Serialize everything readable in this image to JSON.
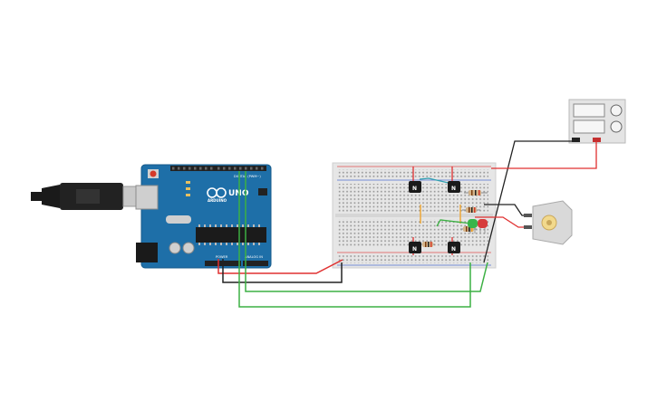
{
  "arduino": {
    "brand": "ARDUINO",
    "model": "UNO",
    "digital_label": "DIGITAL (PWM~)",
    "power_label": "POWER",
    "analog_label": "ANALOG IN",
    "board_color": "#1e6fa8",
    "header_color": "#222222"
  },
  "transistors": [
    {
      "label": "N"
    },
    {
      "label": "N"
    },
    {
      "label": "N"
    },
    {
      "label": "N"
    }
  ],
  "colors": {
    "wire_red": "#e03030",
    "wire_black": "#222222",
    "wire_green": "#3cb043",
    "wire_orange": "#f0a020",
    "wire_teal": "#30a0b0",
    "breadboard": "#e6e6e6",
    "led_green": "#39b54a",
    "led_red": "#d63b3b"
  }
}
